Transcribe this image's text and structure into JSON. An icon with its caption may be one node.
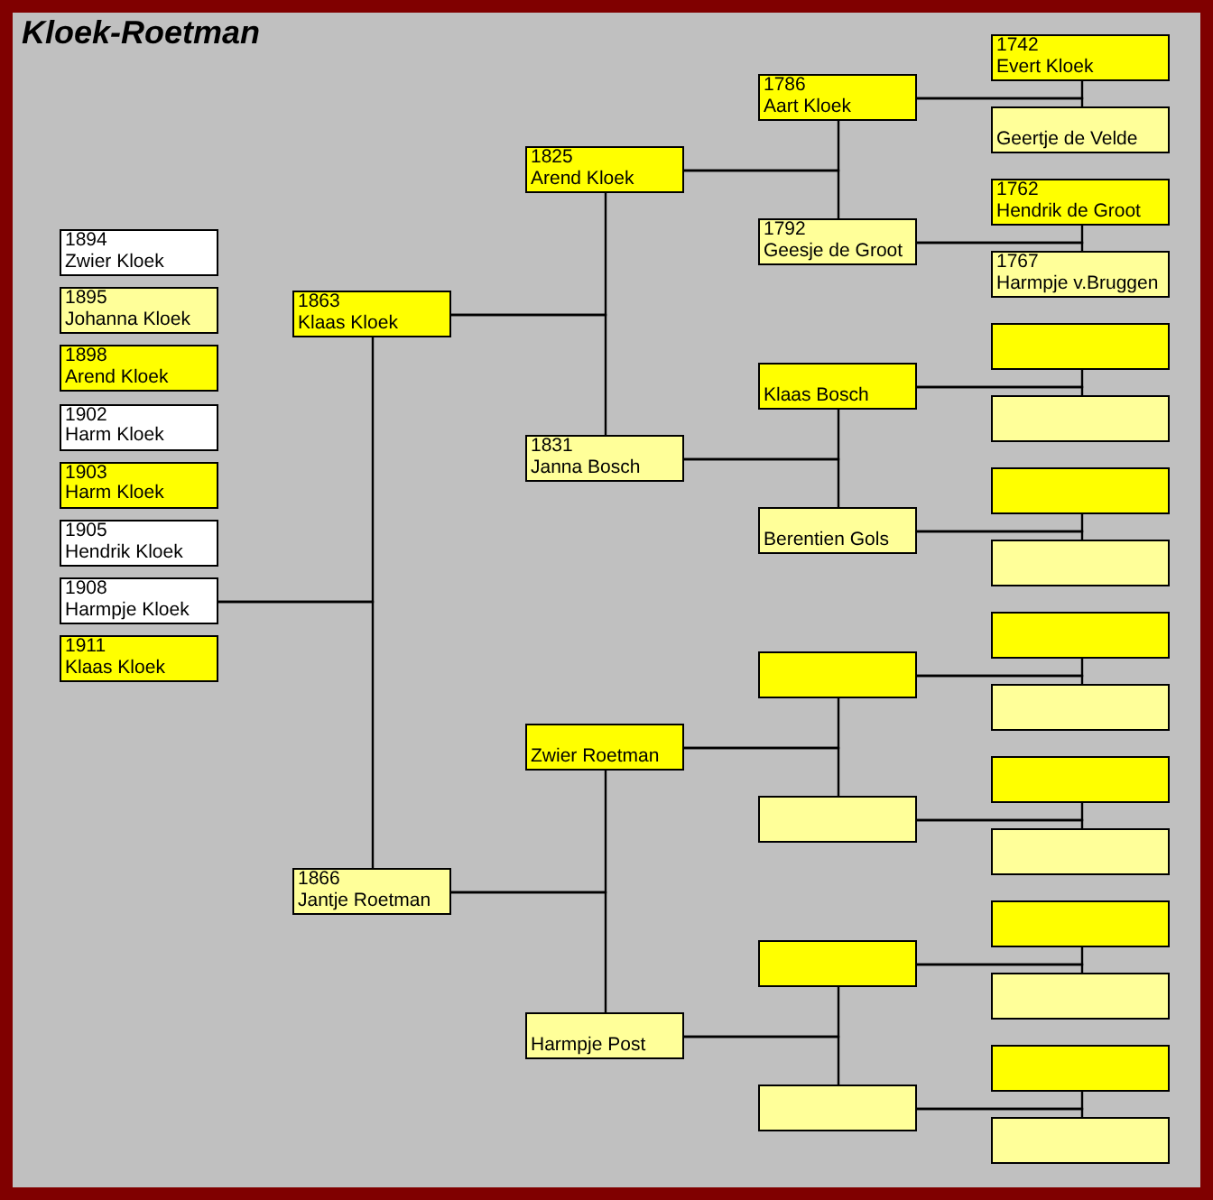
{
  "diagram": {
    "title": "Kloek-Roetman",
    "nodes": [
      {
        "text": [
          "1894",
          "Zwier Kloek"
        ]
      },
      {
        "text": [
          "1895",
          "Johanna Kloek"
        ]
      },
      {
        "text": [
          "1898",
          "Arend Kloek"
        ]
      },
      {
        "text": [
          "1902",
          "Harm Kloek"
        ]
      },
      {
        "text": [
          "1903",
          "Harm Kloek"
        ]
      },
      {
        "text": [
          "1905",
          "Hendrik Kloek"
        ]
      },
      {
        "text": [
          "1908",
          "Harmpje Kloek"
        ]
      },
      {
        "text": [
          "1911",
          "Klaas Kloek"
        ]
      },
      {
        "text": [
          "1863",
          "Klaas Kloek"
        ]
      },
      {
        "text": [
          "1866",
          "Jantje Roetman"
        ]
      },
      {
        "text": [
          "1825",
          "Arend Kloek"
        ]
      },
      {
        "text": [
          "1831",
          "Janna Bosch"
        ]
      },
      {
        "text": [
          "Zwier Roetman"
        ]
      },
      {
        "text": [
          "Harmpje Post"
        ]
      },
      {
        "text": [
          "1786",
          "Aart Kloek"
        ]
      },
      {
        "text": [
          "1792",
          "Geesje de Groot"
        ]
      },
      {
        "text": [
          "Klaas Bosch"
        ]
      },
      {
        "text": [
          "Berentien Gols"
        ]
      },
      {
        "text": [],
        "shape": "box"
      },
      {
        "text": [],
        "shape": "box"
      },
      {
        "text": [],
        "shape": "box"
      },
      {
        "text": [],
        "shape": "box"
      },
      {
        "text": [
          "1742",
          "Evert Kloek"
        ]
      },
      {
        "text": [
          "Geertje de Velde"
        ]
      },
      {
        "text": [
          "1762",
          "Hendrik de Groot"
        ]
      },
      {
        "text": [
          "1767",
          "Harmpje v.Bruggen"
        ]
      },
      {
        "text": [],
        "shape": "box"
      },
      {
        "text": [],
        "shape": "box"
      },
      {
        "text": [],
        "shape": "box"
      },
      {
        "text": [],
        "shape": "box"
      },
      {
        "text": [],
        "shape": "box"
      },
      {
        "text": [],
        "shape": "box"
      },
      {
        "text": [],
        "shape": "box"
      },
      {
        "text": [],
        "shape": "box"
      },
      {
        "text": [],
        "shape": "box"
      },
      {
        "text": [],
        "shape": "box"
      },
      {
        "text": [],
        "shape": "box"
      },
      {
        "text": [],
        "shape": "box"
      }
    ],
    "edges": [
      {
        "from": 8,
        "to": 6,
        "arrow": "none"
      },
      {
        "from": 9,
        "to": 6,
        "arrow": "none"
      },
      {
        "from": 10,
        "to": 8,
        "arrow": "none"
      },
      {
        "from": 11,
        "to": 8,
        "arrow": "none"
      },
      {
        "from": 12,
        "to": 9,
        "arrow": "none"
      },
      {
        "from": 13,
        "to": 9,
        "arrow": "none"
      },
      {
        "from": 14,
        "to": 10,
        "arrow": "none"
      },
      {
        "from": 15,
        "to": 10,
        "arrow": "none"
      },
      {
        "from": 16,
        "to": 11,
        "arrow": "none"
      },
      {
        "from": 17,
        "to": 11,
        "arrow": "none"
      },
      {
        "from": 18,
        "to": 12,
        "arrow": "none"
      },
      {
        "from": 19,
        "to": 12,
        "arrow": "none"
      },
      {
        "from": 20,
        "to": 13,
        "arrow": "none"
      },
      {
        "from": 21,
        "to": 13,
        "arrow": "none"
      },
      {
        "from": 22,
        "to": 14,
        "arrow": "none"
      },
      {
        "from": 23,
        "to": 14,
        "arrow": "none"
      },
      {
        "from": 24,
        "to": 15,
        "arrow": "none"
      },
      {
        "from": 25,
        "to": 15,
        "arrow": "none"
      },
      {
        "from": 26,
        "to": 16,
        "arrow": "none"
      },
      {
        "from": 27,
        "to": 16,
        "arrow": "none"
      },
      {
        "from": 28,
        "to": 17,
        "arrow": "none"
      },
      {
        "from": 29,
        "to": 17,
        "arrow": "none"
      },
      {
        "from": 30,
        "to": 18,
        "arrow": "none"
      },
      {
        "from": 31,
        "to": 18,
        "arrow": "none"
      },
      {
        "from": 32,
        "to": 19,
        "arrow": "none"
      },
      {
        "from": 33,
        "to": 19,
        "arrow": "none"
      },
      {
        "from": 34,
        "to": 20,
        "arrow": "none"
      },
      {
        "from": 35,
        "to": 20,
        "arrow": "none"
      },
      {
        "from": 36,
        "to": 21,
        "arrow": "none"
      },
      {
        "from": 37,
        "to": 21,
        "arrow": "none"
      }
    ]
  }
}
